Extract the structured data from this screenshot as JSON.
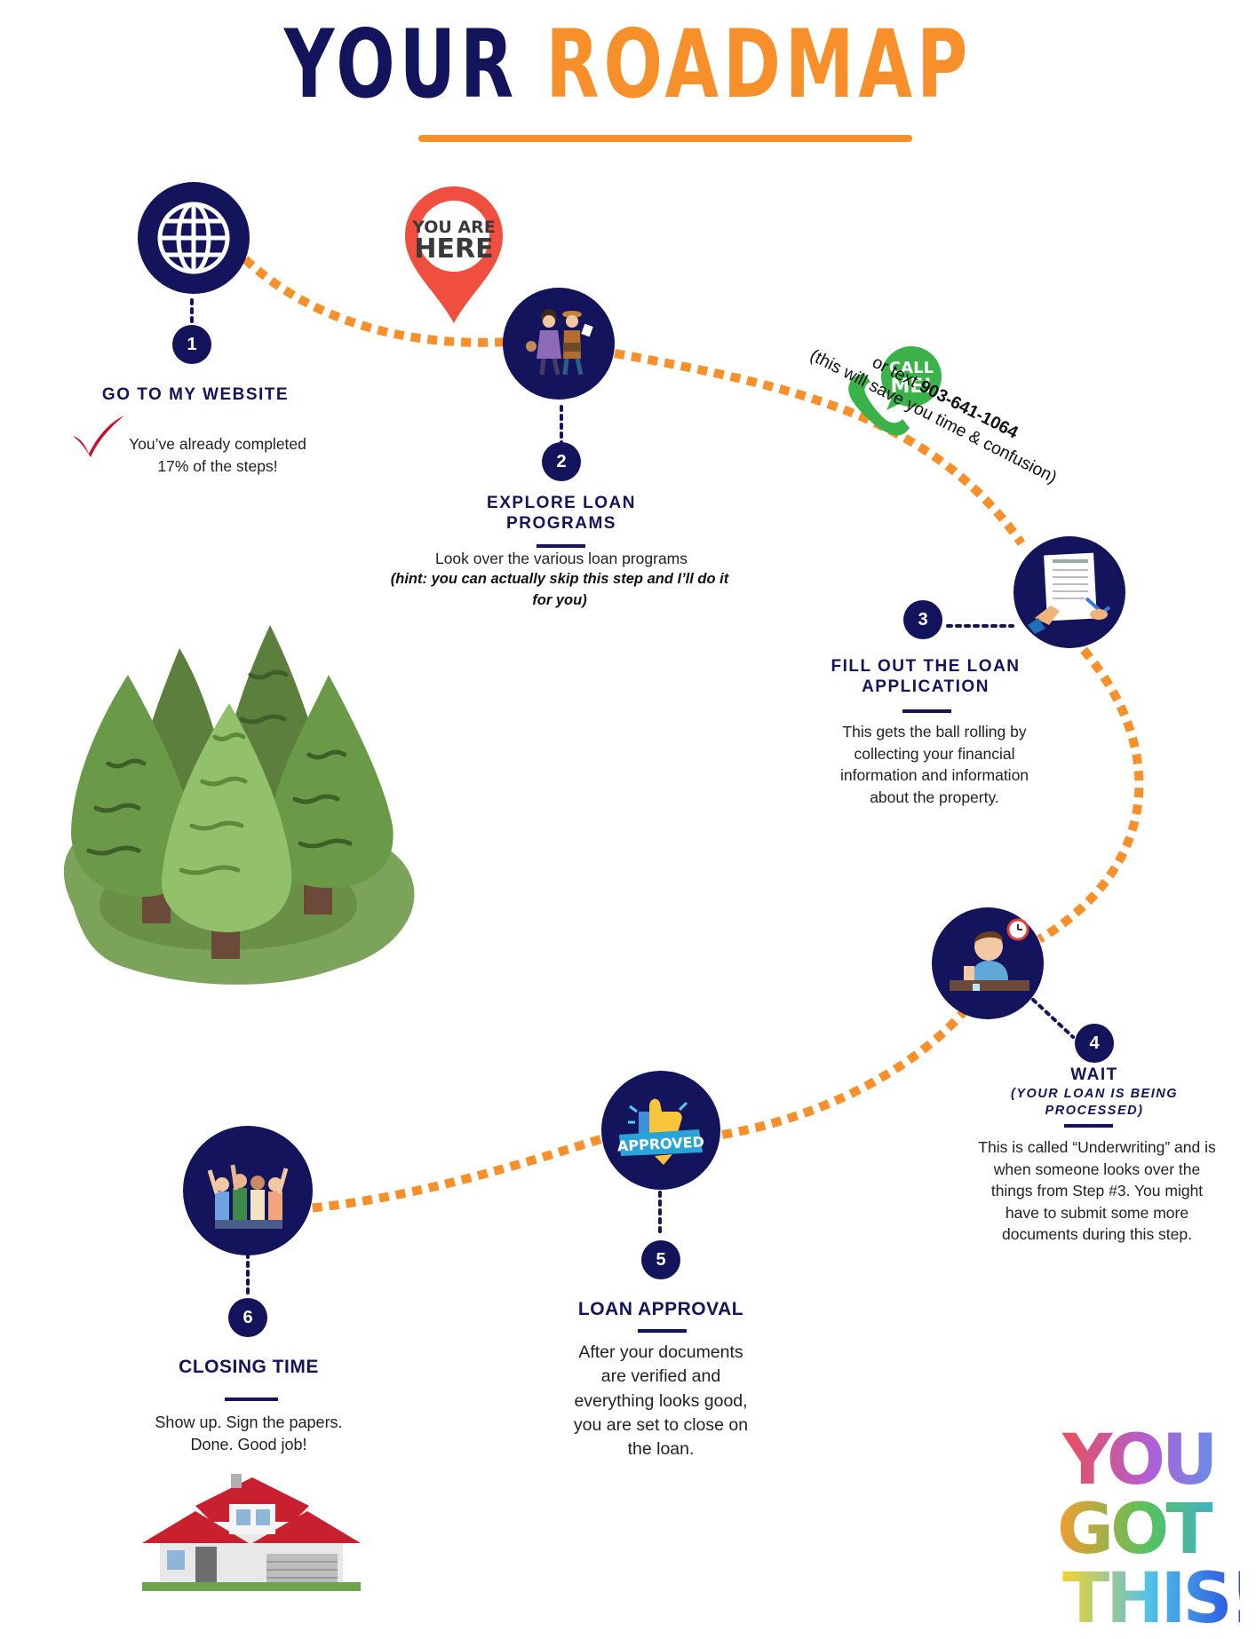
{
  "title": {
    "word1": "YOUR",
    "word2": "ROADMAP"
  },
  "colors": {
    "navy": "#13145c",
    "orange": "#f7902a",
    "check": "#c8102e",
    "pin": "#f04e3e",
    "call_green": "#3bb24a"
  },
  "you_are_here": {
    "line1": "YOU ARE",
    "line2": "HERE"
  },
  "call_badge": {
    "line1": "CALL",
    "line2": "ME!"
  },
  "call_note": {
    "prefix": "or text ",
    "phone": "903-641-1064",
    "line2": "(this will save you time & confusion)"
  },
  "steps": [
    {
      "number": "1",
      "icon": "globe-icon",
      "heading": "GO TO MY WEBSITE",
      "body": "You’ve already completed\n17% of the  steps!"
    },
    {
      "number": "2",
      "icon": "explorers-icon",
      "heading": "EXPLORE LOAN\nPROGRAMS",
      "body": "Look over the various loan programs",
      "hint": "(hint: you can actually skip this step and I’ll do it\nfor you)"
    },
    {
      "number": "3",
      "icon": "application-form-icon",
      "heading": "FILL OUT THE LOAN\nAPPLICATION",
      "body": "This gets the ball rolling by\ncollecting your financial\ninformation and information\nabout the property."
    },
    {
      "number": "4",
      "icon": "waiting-person-icon",
      "heading": "WAIT",
      "subheading": "(YOUR LOAN IS BEING\nPROCESSED)",
      "body": "This is called “Underwriting” and is\nwhen someone looks over the\nthings from Step #3. You might\nhave to submit some more\ndocuments during this step."
    },
    {
      "number": "5",
      "icon": "approved-thumbs-up-icon",
      "badge": "APPROVED",
      "heading": "LOAN APPROVAL",
      "body": "After your documents\nare verified and\neverything looks good,\nyou are set to close on\nthe loan."
    },
    {
      "number": "6",
      "icon": "celebrating-people-icon",
      "heading": "CLOSING TIME",
      "body": "Show up. Sign the papers.\nDone. Good job!"
    }
  ],
  "decor": {
    "forest": "pine-forest-illustration",
    "house": "red-roof-house-illustration",
    "slogan": {
      "line1": "YOU",
      "line2": "GOT",
      "line3": "THIS!"
    }
  }
}
